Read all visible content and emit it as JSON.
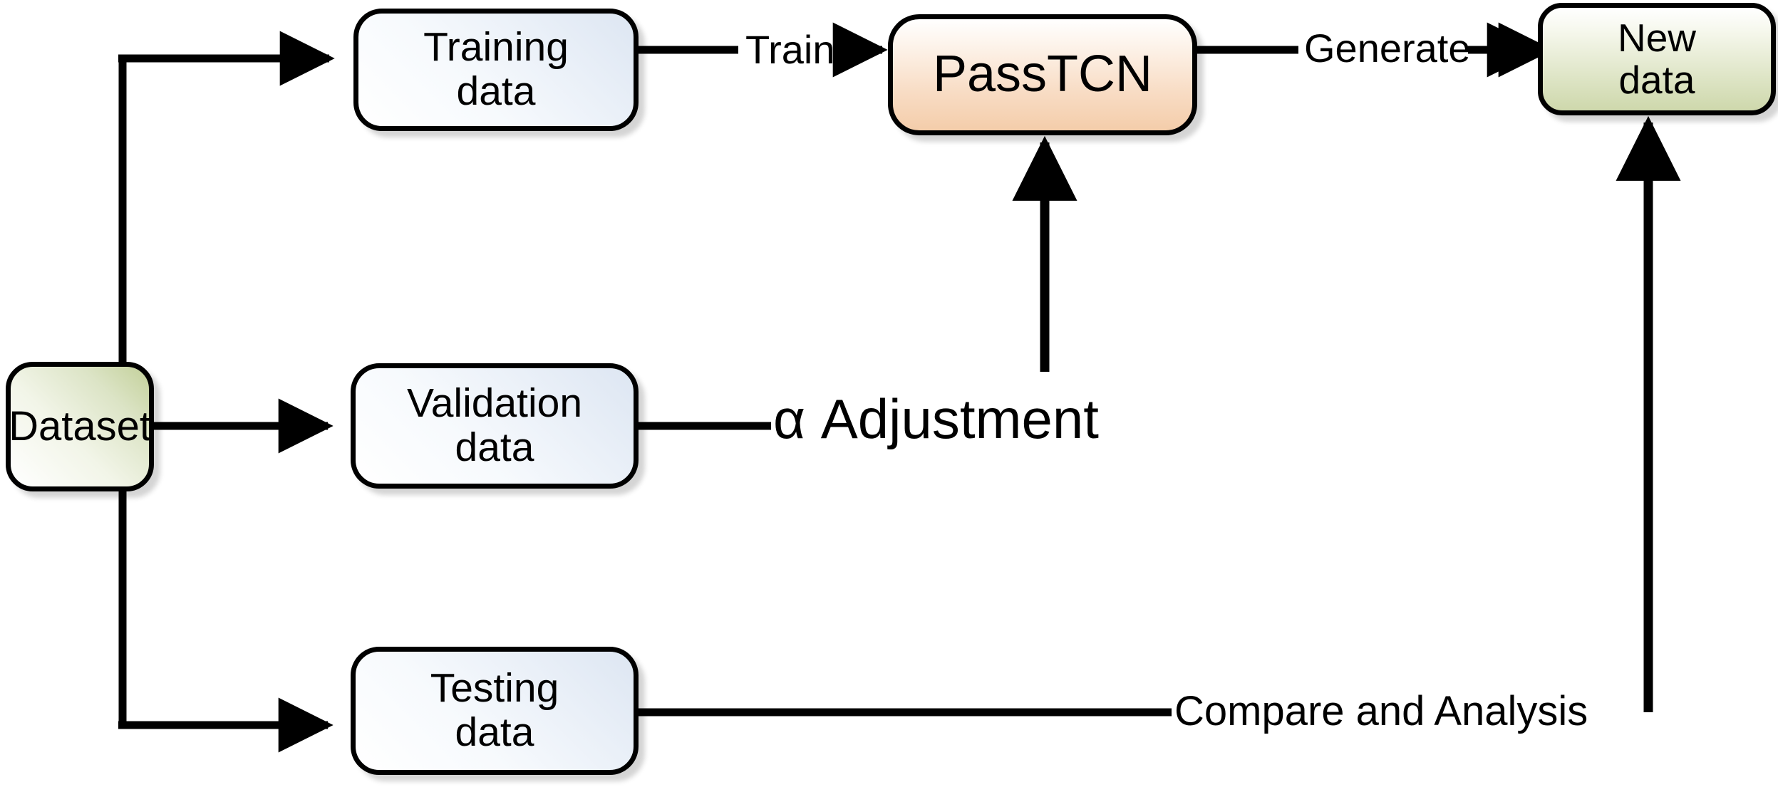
{
  "diagram": {
    "title": "PassTCN data flow pipeline",
    "background_color": "#ffffff",
    "stroke_color": "#000000",
    "nodes": {
      "dataset": {
        "label": "Dataset",
        "fill": "#d4dfae"
      },
      "training": {
        "line1": "Training",
        "line2": "data",
        "fill": "#e3ebf5"
      },
      "validation": {
        "line1": "Validation",
        "line2": "data",
        "fill": "#e3ebf5"
      },
      "testing": {
        "line1": "Testing",
        "line2": "data",
        "fill": "#e3ebf5"
      },
      "passtcn": {
        "label": "PassTCN",
        "fill": "#f7d9bd"
      },
      "newdata": {
        "line1": "New",
        "line2": "data",
        "fill": "#d8e0b4"
      }
    },
    "edge_labels": {
      "train": "Train",
      "generate": "Generate",
      "alpha_adjustment": "α Adjustment",
      "compare": "Compare and Analysis"
    }
  }
}
